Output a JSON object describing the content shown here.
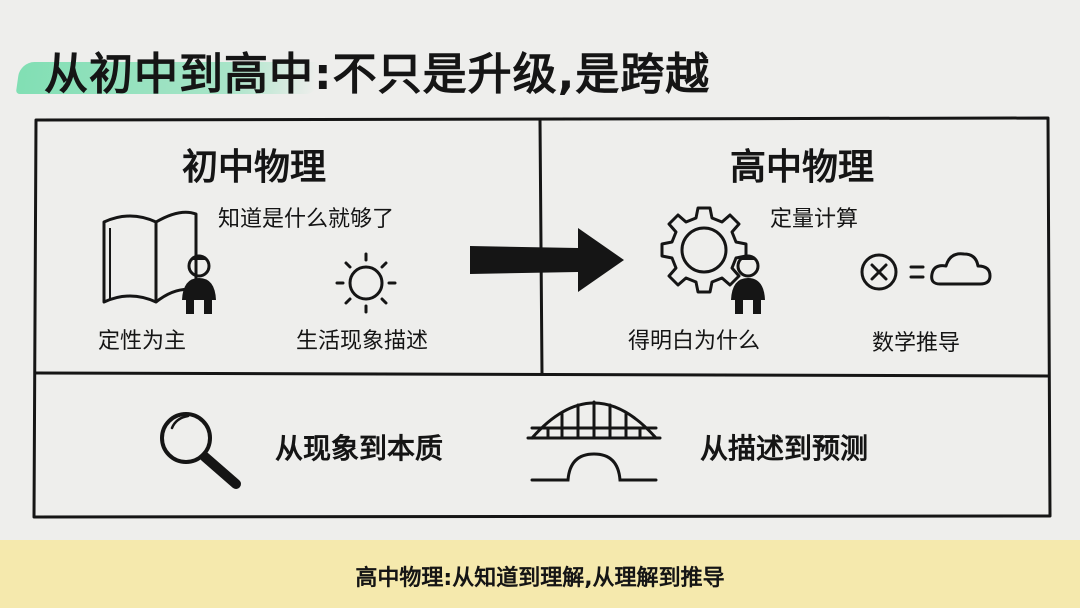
{
  "title": "从初中到高中:不只是升级,是跨越",
  "left_panel": {
    "heading": "初中物理",
    "note": "知道是什么就够了",
    "caption_left": "定性为主",
    "caption_right": "生活现象描述"
  },
  "right_panel": {
    "heading": "高中物理",
    "note": "定量计算",
    "caption_left": "得明白为什么",
    "caption_right": "数学推导"
  },
  "bottom_row": {
    "item1": "从现象到本质",
    "item2": "从描述到预测"
  },
  "banner": "高中物理:从知道到理解,从理解到推导",
  "icons": {
    "book": "open-book-icon",
    "person": "person-icon",
    "sun": "sun-icon",
    "arrow": "right-arrow-icon",
    "gear": "gear-icon",
    "x_circle": "circled-x-icon",
    "equals": "equals-sign",
    "cloud": "cloud-icon",
    "magnifier": "magnifying-glass-icon",
    "bridge": "bridge-icon"
  },
  "colors": {
    "background": "#eeeeec",
    "title_highlight": "#6edcaa",
    "banner": "#f5e9ad",
    "ink": "#151515"
  }
}
